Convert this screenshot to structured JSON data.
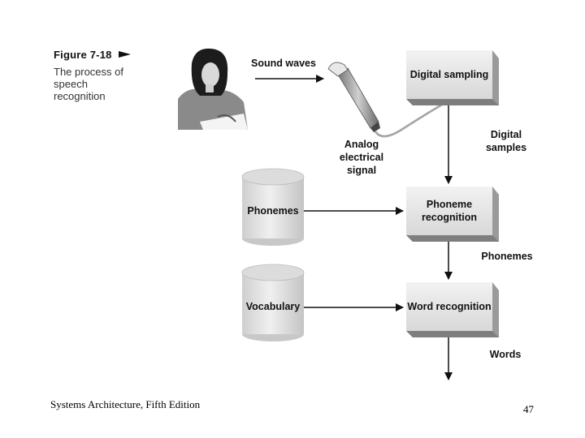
{
  "figure": {
    "number": "Figure 7-18",
    "caption": "The process of speech recognition"
  },
  "labels": {
    "sound_waves": "Sound waves",
    "analog_signal": "Analog electrical signal",
    "digital_samples": "Digital samples",
    "phonemes_flow": "Phonemes",
    "words": "Words"
  },
  "boxes": {
    "digital_sampling": "Digital sampling",
    "phoneme_recognition": "Phoneme recognition",
    "word_recognition": "Word recognition"
  },
  "databases": {
    "phonemes": "Phonemes",
    "vocabulary": "Vocabulary"
  },
  "footer": {
    "source": "Systems Architecture, Fifth Edition",
    "page_number": "47"
  },
  "colors": {
    "box_face": "#e4e4e4",
    "box_side": "#9a9a9a",
    "cylinder": "#e6e6e6",
    "arrow": "#111111"
  }
}
